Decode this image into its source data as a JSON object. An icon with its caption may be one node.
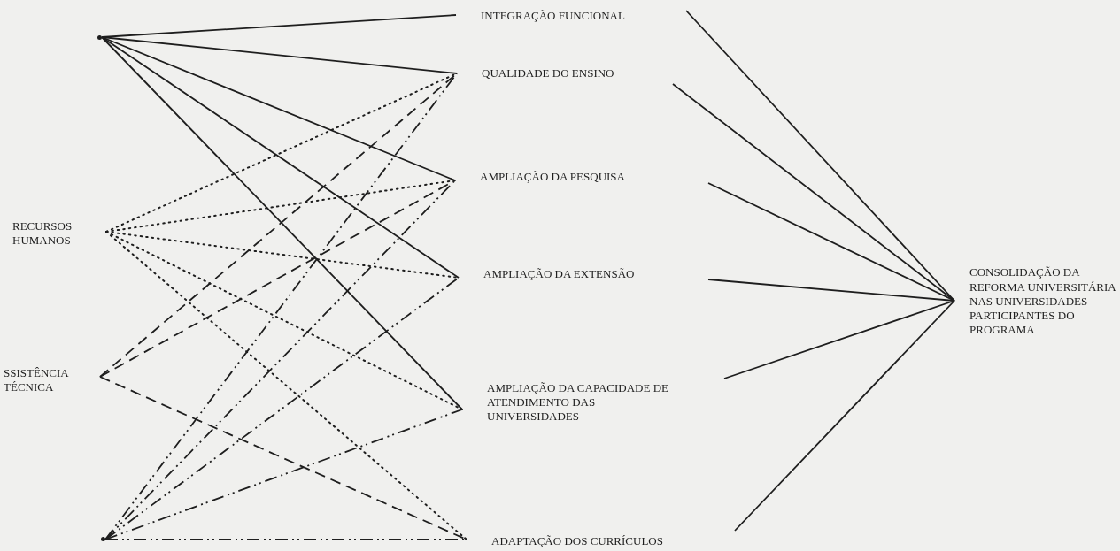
{
  "diagram": {
    "nodes": [
      {
        "text": [],
        "shape": "dot"
      },
      {
        "text": [
          "RECURSOS HUMANOS"
        ]
      },
      {
        "text": [
          "SSISTÊNCIA TÉCNICA"
        ]
      },
      {
        "text": [],
        "shape": "dot"
      },
      {
        "text": [
          "INTEGRAÇÃO FUNCIONAL"
        ]
      },
      {
        "text": [
          "QUALIDADE DO ENSINO"
        ]
      },
      {
        "text": [
          "AMPLIAÇÃO DA PESQUISA"
        ]
      },
      {
        "text": [
          "AMPLIAÇÃO DA EXTENSÃO"
        ]
      },
      {
        "text": [
          "AMPLIAÇÃO DA CAPACIDADE DE ATENDIMENTO DAS UNIVERSIDADES"
        ]
      },
      {
        "text": [
          "ADAPTAÇÃO DOS CURRÍCULOS"
        ]
      },
      {
        "text": [
          "CONSOLIDAÇÃO DA REFORMA UNIVERSITÁRIA NAS UNIVERSIDADES PARTICIPANTES DO PROGRAMA"
        ]
      }
    ],
    "edges": [
      {
        "from": 0,
        "to": 4,
        "arrow": "none"
      },
      {
        "from": 0,
        "to": 5,
        "arrow": "none"
      },
      {
        "from": 0,
        "to": 6,
        "arrow": "none"
      },
      {
        "from": 0,
        "to": 7,
        "arrow": "none"
      },
      {
        "from": 0,
        "to": 8,
        "arrow": "none"
      },
      {
        "from": 1,
        "to": 5,
        "arrow": "none",
        "style": "dashed"
      },
      {
        "from": 1,
        "to": 6,
        "arrow": "none",
        "style": "dashed"
      },
      {
        "from": 1,
        "to": 7,
        "arrow": "none",
        "style": "dashed"
      },
      {
        "from": 1,
        "to": 8,
        "arrow": "none",
        "style": "dashed"
      },
      {
        "from": 1,
        "to": 9,
        "arrow": "none",
        "style": "dashed"
      },
      {
        "from": 2,
        "to": 5,
        "arrow": "none",
        "style": "dashed"
      },
      {
        "from": 2,
        "to": 6,
        "arrow": "none",
        "style": "dashed"
      },
      {
        "from": 2,
        "to": 9,
        "arrow": "none",
        "style": "dashed"
      },
      {
        "from": 3,
        "to": 5,
        "arrow": "none",
        "style": "dashed"
      },
      {
        "from": 3,
        "to": 6,
        "arrow": "none",
        "style": "dashed"
      },
      {
        "from": 3,
        "to": 7,
        "arrow": "none",
        "style": "dashed"
      },
      {
        "from": 3,
        "to": 8,
        "arrow": "none",
        "style": "dashed"
      },
      {
        "from": 3,
        "to": 9,
        "arrow": "none",
        "style": "dashed"
      },
      {
        "from": 4,
        "to": 10,
        "arrow": "none"
      },
      {
        "from": 5,
        "to": 10,
        "arrow": "none"
      },
      {
        "from": 6,
        "to": 10,
        "arrow": "none"
      },
      {
        "from": 7,
        "to": 10,
        "arrow": "none"
      },
      {
        "from": 8,
        "to": 10,
        "arrow": "none"
      },
      {
        "from": 9,
        "to": 10,
        "arrow": "none"
      }
    ]
  }
}
